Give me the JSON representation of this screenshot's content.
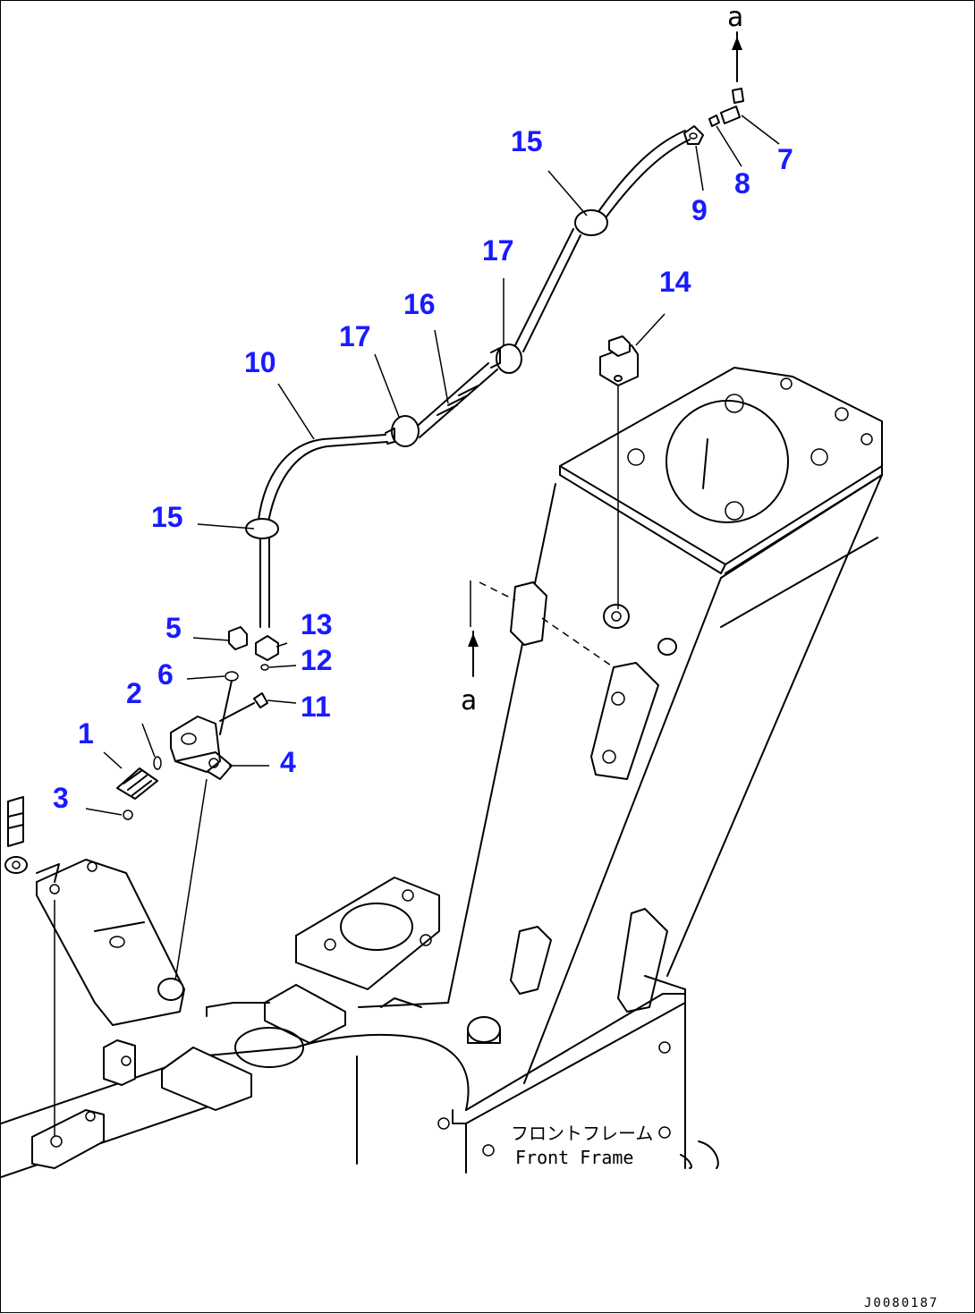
{
  "callouts": [
    "1",
    "2",
    "3",
    "4",
    "5",
    "6",
    "7",
    "8",
    "9",
    "10",
    "11",
    "12",
    "13",
    "14",
    "15",
    "15",
    "16",
    "17",
    "17"
  ],
  "frame_label_jp": "フロントフレーム",
  "frame_label_en": "Front Frame",
  "view_mark": "a",
  "doc_id": "J0080187",
  "colors": {
    "callout": "#1a1aff",
    "line": "#000000"
  }
}
